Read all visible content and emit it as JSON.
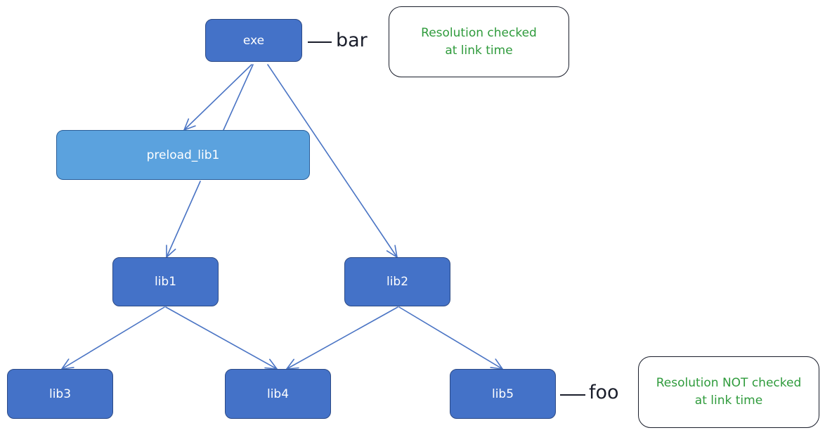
{
  "colors": {
    "node_fill": "#4472c8",
    "node_fill_light": "#5ba2de",
    "edge": "#4a74c4",
    "note_text": "#2f9b3c",
    "ink": "#1a1e2b"
  },
  "nodes": {
    "exe": "exe",
    "preload_lib1": "preload_lib1",
    "lib1": "lib1",
    "lib2": "lib2",
    "lib3": "lib3",
    "lib4": "lib4",
    "lib5": "lib5"
  },
  "tags": {
    "bar": "bar",
    "foo": "foo"
  },
  "notes": {
    "checked": [
      "Resolution checked",
      "at link time"
    ],
    "not_checked": [
      "Resolution NOT checked",
      "at link time"
    ]
  },
  "edges": [
    {
      "from": "exe",
      "to": "preload_lib1",
      "arrow": true
    },
    {
      "from": "exe",
      "to": "lib1",
      "arrow": false
    },
    {
      "from": "exe",
      "to": "lib2",
      "arrow": true
    },
    {
      "from": "preload_lib1",
      "to": "lib1",
      "arrow": true
    },
    {
      "from": "lib1",
      "to": "lib3",
      "arrow": true
    },
    {
      "from": "lib1",
      "to": "lib4",
      "arrow": true
    },
    {
      "from": "lib2",
      "to": "lib4",
      "arrow": true
    },
    {
      "from": "lib2",
      "to": "lib5",
      "arrow": true
    }
  ]
}
